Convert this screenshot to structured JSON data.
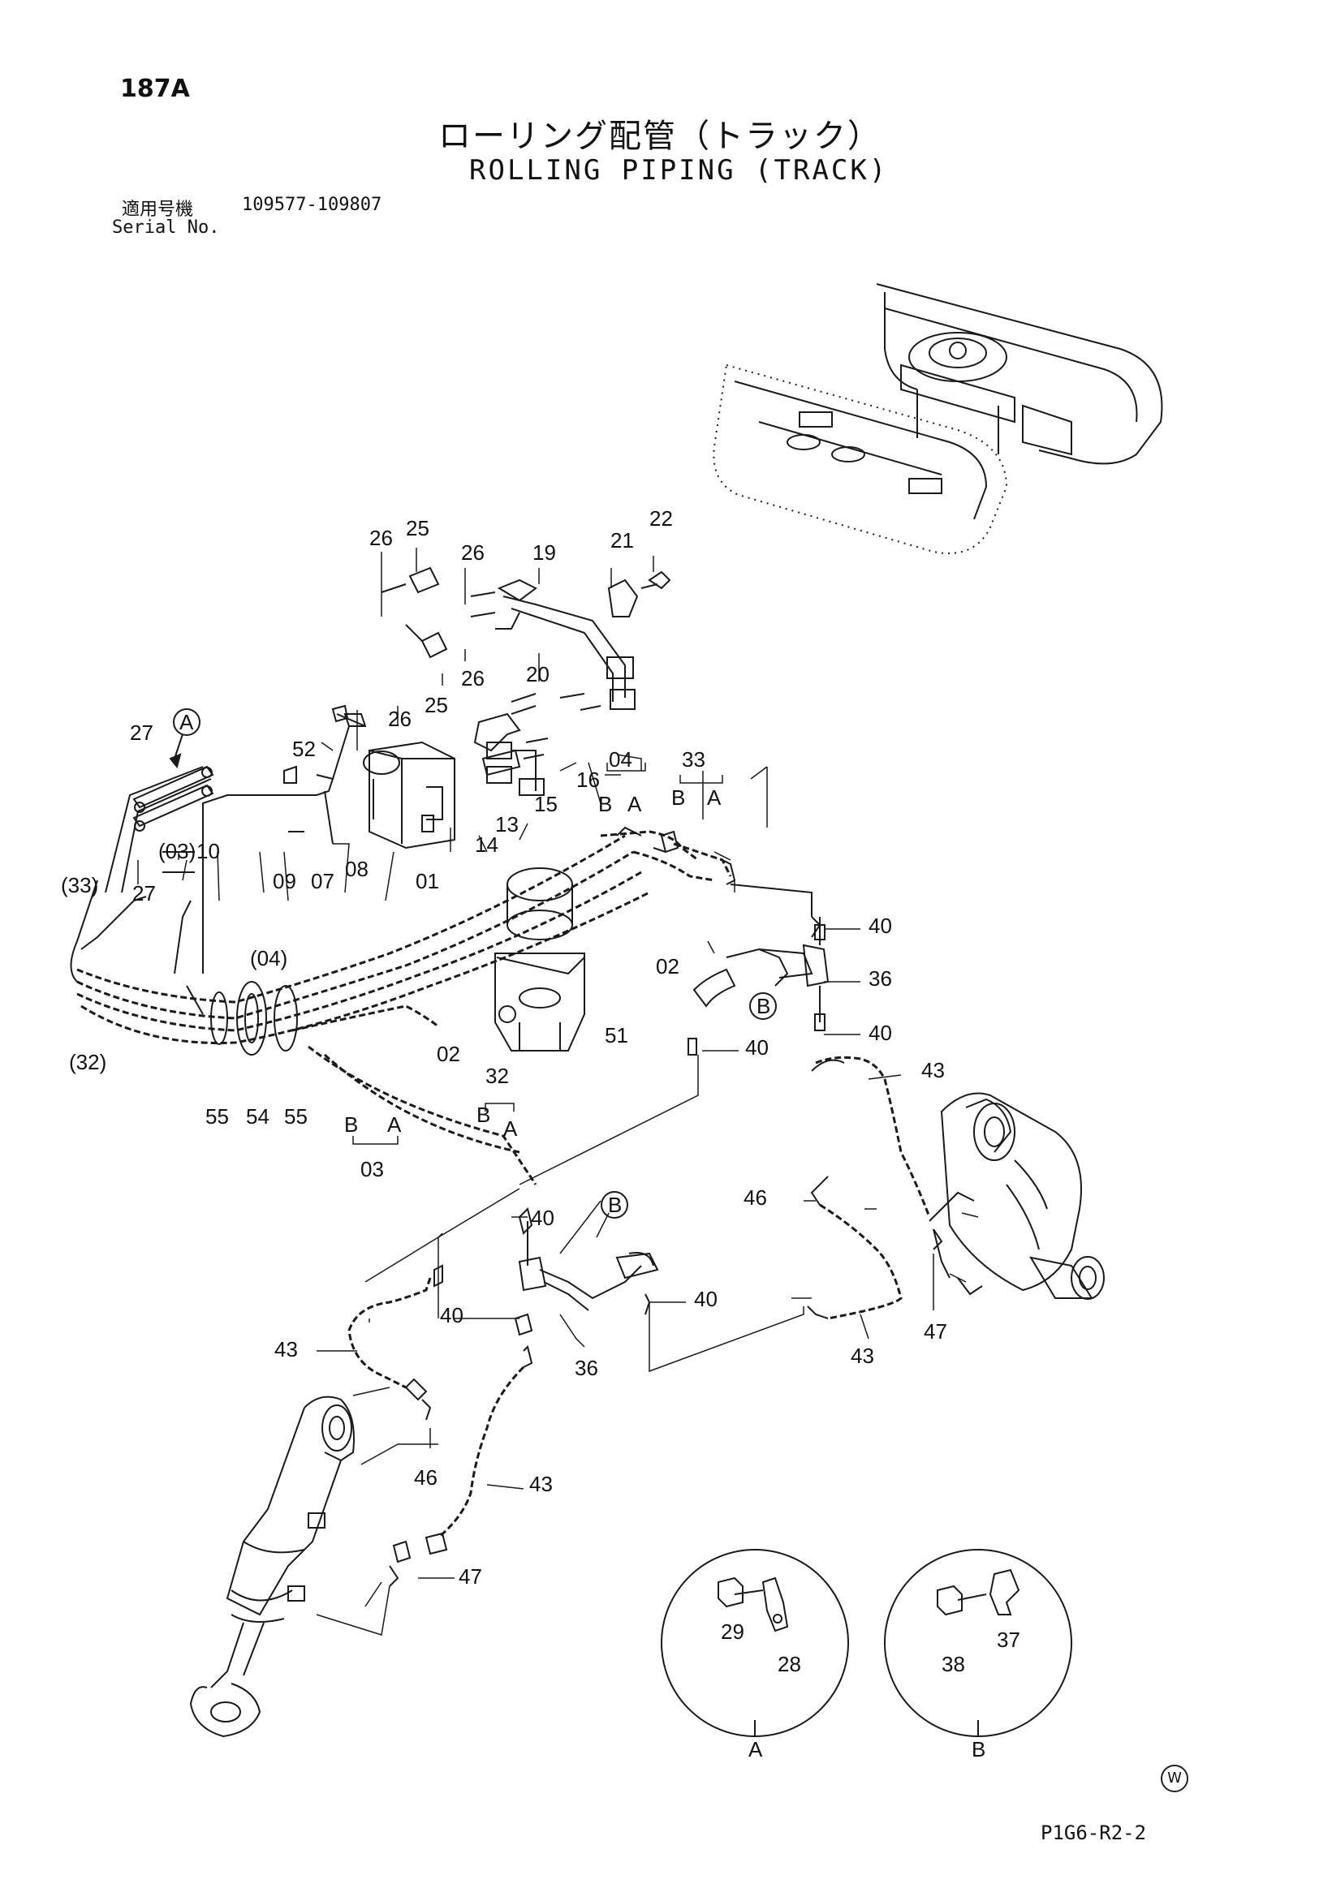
{
  "header": {
    "page_code": "187A",
    "title_jp": "ローリング配管（トラック）",
    "title_en": "ROLLING PIPING (TRACK)",
    "serial_label_jp": "適用号機",
    "serial_range": "109577-109807",
    "serial_label_en": "Serial No."
  },
  "footer": {
    "drawing_code": "P1G6-R2-2",
    "mark": "W"
  },
  "detail_views": [
    {
      "label": "A",
      "part_numbers": [
        "29",
        "28"
      ]
    },
    {
      "label": "B",
      "part_numbers": [
        "38",
        "37"
      ]
    }
  ],
  "callouts": [
    {
      "number": "26"
    },
    {
      "number": "25"
    },
    {
      "number": "26"
    },
    {
      "number": "19"
    },
    {
      "number": "21"
    },
    {
      "number": "22"
    },
    {
      "number": "26"
    },
    {
      "number": "20"
    },
    {
      "number": "25"
    },
    {
      "number": "26"
    },
    {
      "number": "27"
    },
    {
      "number": "A"
    },
    {
      "number": "52"
    },
    {
      "number": "16"
    },
    {
      "number": "04"
    },
    {
      "number": "33"
    },
    {
      "number": "B"
    },
    {
      "number": "A"
    },
    {
      "number": "B"
    },
    {
      "number": "A"
    },
    {
      "number": "15"
    },
    {
      "number": "13"
    },
    {
      "number": "14"
    },
    {
      "number": "01"
    },
    {
      "number": "(03)"
    },
    {
      "number": "10"
    },
    {
      "number": "09"
    },
    {
      "number": "07"
    },
    {
      "number": "08"
    },
    {
      "number": "27"
    },
    {
      "number": "(33)"
    },
    {
      "number": "(04)"
    },
    {
      "number": "02"
    },
    {
      "number": "40"
    },
    {
      "number": "36"
    },
    {
      "number": "B"
    },
    {
      "number": "40"
    },
    {
      "number": "51"
    },
    {
      "number": "(32)"
    },
    {
      "number": "02"
    },
    {
      "number": "40"
    },
    {
      "number": "43"
    },
    {
      "number": "32"
    },
    {
      "number": "B"
    },
    {
      "number": "A"
    },
    {
      "number": "55"
    },
    {
      "number": "54"
    },
    {
      "number": "55"
    },
    {
      "number": "B"
    },
    {
      "number": "A"
    },
    {
      "number": "03"
    },
    {
      "number": "46"
    },
    {
      "number": "40"
    },
    {
      "number": "B"
    },
    {
      "number": "47"
    },
    {
      "number": "40"
    },
    {
      "number": "40"
    },
    {
      "number": "43"
    },
    {
      "number": "36"
    },
    {
      "number": "43"
    },
    {
      "number": "46"
    },
    {
      "number": "43"
    },
    {
      "number": "47"
    }
  ]
}
